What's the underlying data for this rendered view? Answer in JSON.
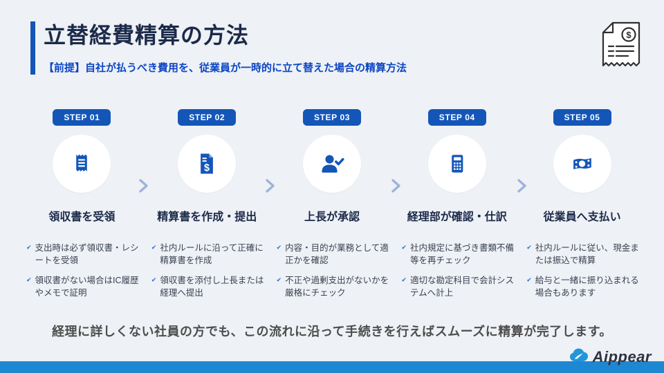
{
  "slide": {
    "title": "立替経費精算の方法",
    "subtitle": "【前提】自社が払うべき費用を、従業員が一時的に立て替えた場合の精算方法",
    "closing_message": "経理に詳しくない社員の方でも、この流れに沿って手続きを行えばスムーズに精算が完了します。",
    "logo_text": "Aippear"
  },
  "ui": {
    "bullet_glyph": "✔",
    "decoration_icons": [
      "receipt-outline-icon",
      "chevron-right-icon",
      "cloud-logo-icon"
    ]
  },
  "colors": {
    "background": "#eef1f5",
    "accent_blue": "#1456b8",
    "title_navy": "#1b2a4a",
    "subtitle_blue": "#0b45c4",
    "body_text": "#3a4152",
    "closing_text": "#4d4d4d",
    "arrow_blue": "#9cb2d9",
    "footer_bar_blue": "#1e87d2",
    "logo_blue": "#2196d9"
  },
  "steps": [
    {
      "badge": "STEP 01",
      "icon": "receipt-icon",
      "title": "領収書を受領",
      "bullets": [
        "支出時は必ず領収書・レシートを受領",
        "領収書がない場合はIC履歴やメモで証明"
      ]
    },
    {
      "badge": "STEP 02",
      "icon": "expense-report-icon",
      "title": "精算書を作成・提出",
      "bullets": [
        "社内ルールに沿って正確に精算書を作成",
        "領収書を添付し上長または経理へ提出"
      ]
    },
    {
      "badge": "STEP 03",
      "icon": "approver-check-icon",
      "title": "上長が承認",
      "bullets": [
        "内容・目的が業務として適正かを確認",
        "不正や過剰支出がないかを厳格にチェック"
      ]
    },
    {
      "badge": "STEP 04",
      "icon": "calculator-icon",
      "title": "経理部が確認・仕訳",
      "bullets": [
        "社内規定に基づき書類不備等を再チェック",
        "適切な勘定科目で会計システムへ計上"
      ]
    },
    {
      "badge": "STEP 05",
      "icon": "banknote-icon",
      "title": "従業員へ支払い",
      "bullets": [
        "社内ルールに従い、現金または振込で精算",
        "給与と一緒に振り込まれる場合もあります"
      ]
    }
  ]
}
